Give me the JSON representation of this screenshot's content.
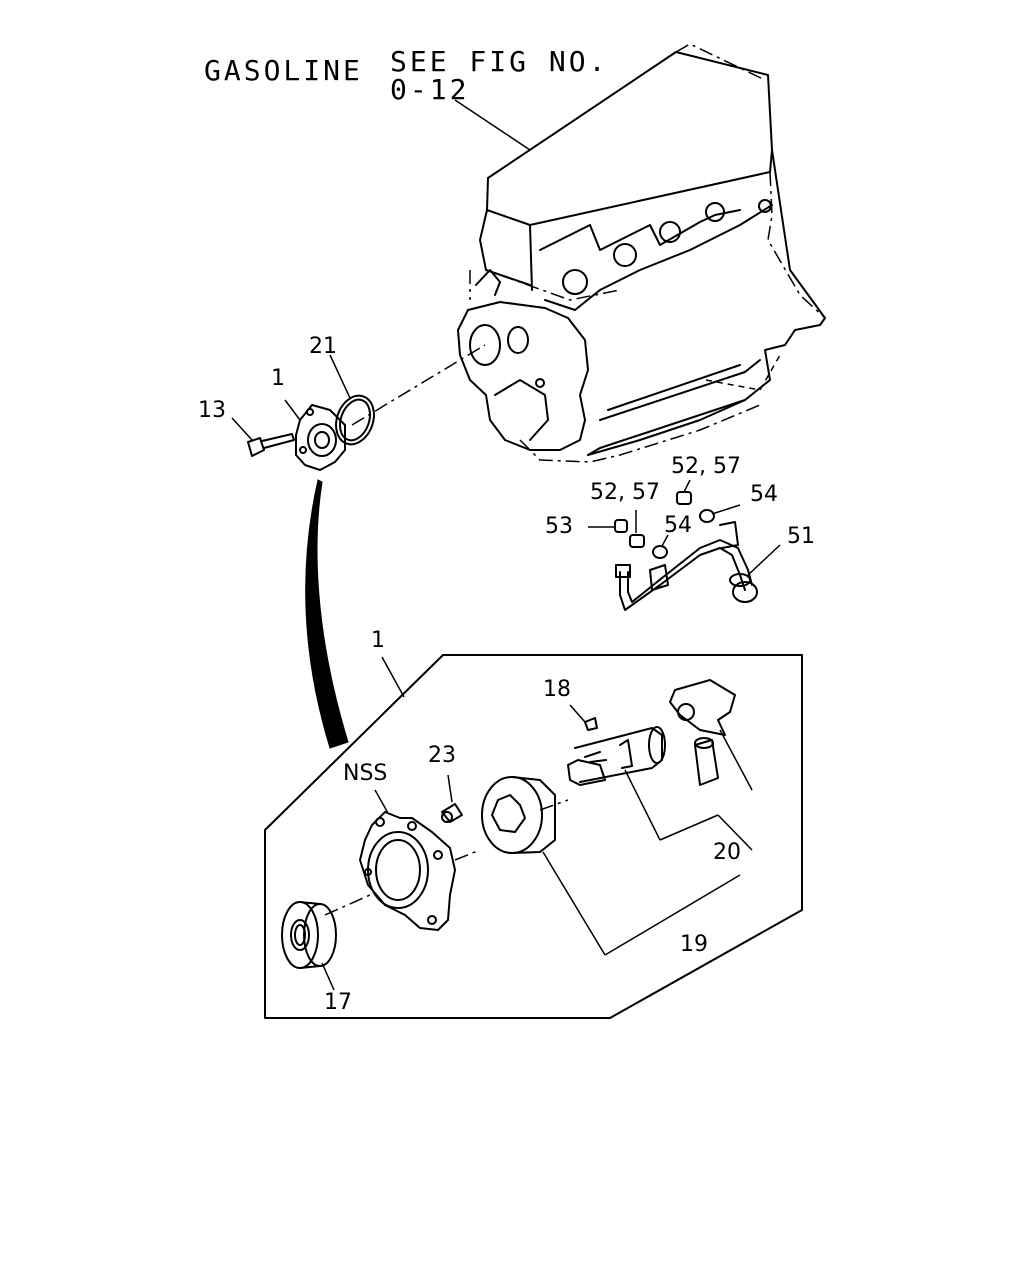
{
  "header": {
    "fuel_label": "GASOLINE",
    "see_fig_line1": "SEE FIG NO.",
    "see_fig_line2": "0-12"
  },
  "callouts": {
    "c13": "13",
    "c1_top": "1",
    "c21": "21",
    "c52_57_a": "52, 57",
    "c52_57_b": "52, 57",
    "c54_a": "54",
    "c54_b": "54",
    "c53": "53",
    "c51": "51",
    "c1_detail": "1",
    "c18": "18",
    "c23": "23",
    "c_nss": "NSS",
    "c20": "20",
    "c19": "19",
    "c17": "17"
  }
}
